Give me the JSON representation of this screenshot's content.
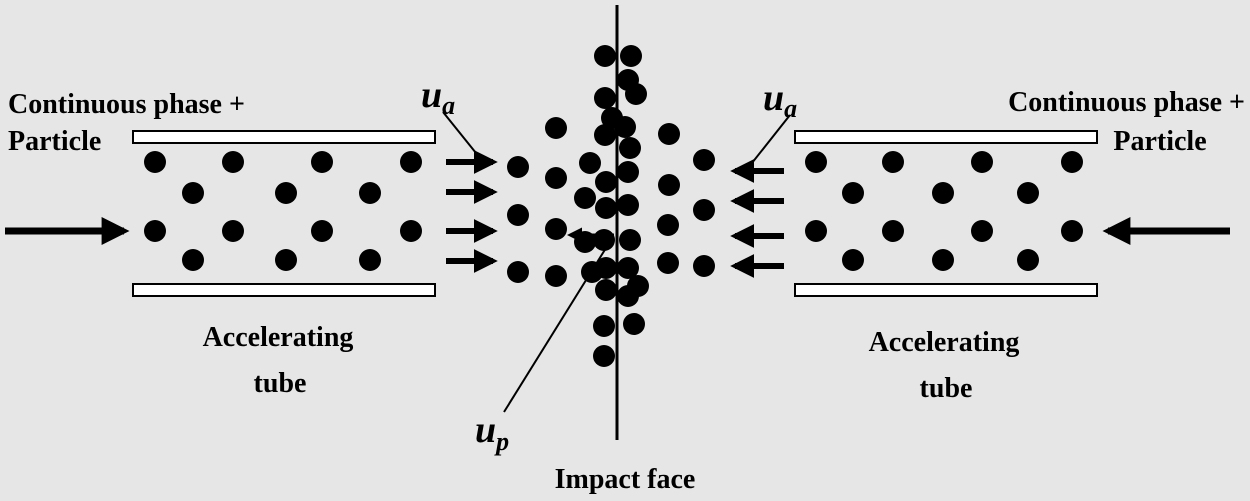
{
  "labels": {
    "left_top_line1": "Continuous phase +",
    "left_top_line2": "Particle",
    "right_top_line1": "Continuous phase +",
    "right_top_line2": "Particle",
    "left_bottom_line1": "Accelerating",
    "left_bottom_line2": "tube",
    "right_bottom_line1": "Accelerating",
    "right_bottom_line2": "tube",
    "impact_face": "Impact face"
  },
  "symbols": {
    "ua_left": {
      "base": "u",
      "sub": "a"
    },
    "ua_right": {
      "base": "u",
      "sub": "a"
    },
    "up": {
      "base": "u",
      "sub": "p"
    }
  },
  "colors": {
    "background": "#e6e6e6",
    "ink": "#000000",
    "tube_fill": "#ffffff"
  }
}
